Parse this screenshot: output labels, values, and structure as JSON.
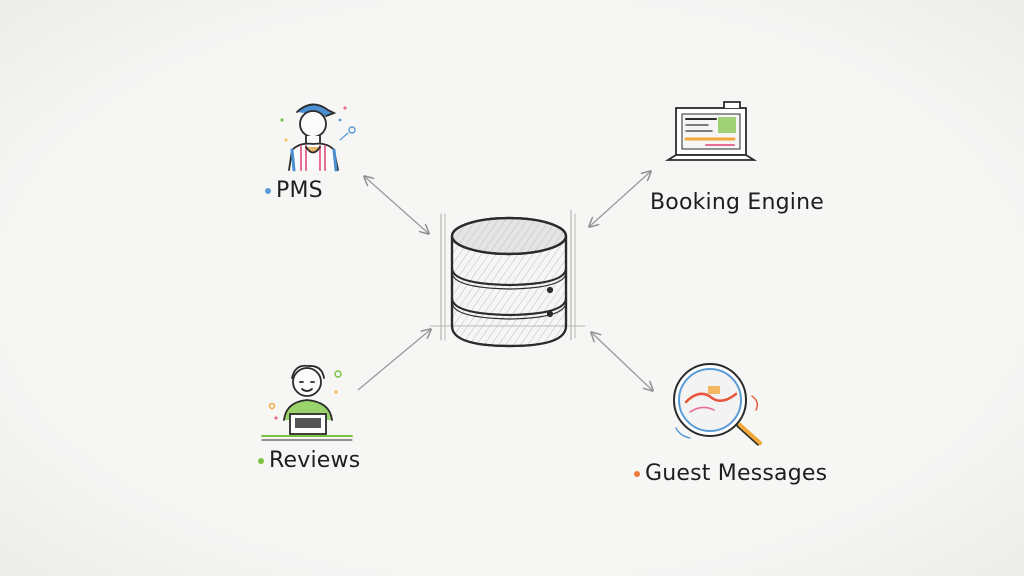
{
  "hub": {
    "icon": "database-icon"
  },
  "nodes": [
    {
      "id": "pms",
      "label": "PMS",
      "icon": "user-icon",
      "dot_color": "#5b9bd5"
    },
    {
      "id": "booking",
      "label": "Booking Engine",
      "icon": "laptop-icon",
      "dot_color": ""
    },
    {
      "id": "reviews",
      "label": "Reviews",
      "icon": "reviewer-laptop-icon",
      "dot_color": "#7cc242"
    },
    {
      "id": "guest",
      "label": "Guest Messages",
      "icon": "magnifier-icon",
      "dot_color": "#f07a3a"
    }
  ],
  "colors": {
    "stroke": "#2b2b2b",
    "arrow": "#9a9a9a",
    "background": "#f6f6f5"
  }
}
